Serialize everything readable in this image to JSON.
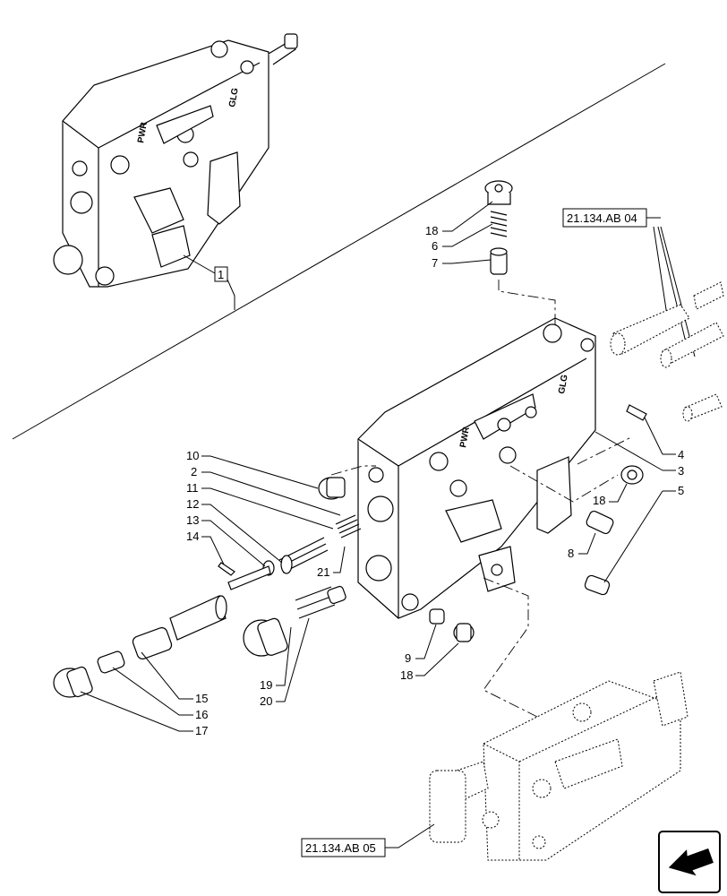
{
  "callouts": {
    "c1": "1",
    "c2": "2",
    "c3": "3",
    "c4": "4",
    "c5": "5",
    "c6": "6",
    "c7": "7",
    "c8": "8",
    "c9": "9",
    "c10": "10",
    "c11": "11",
    "c12": "12",
    "c13": "13",
    "c14": "14",
    "c15": "15",
    "c16": "16",
    "c17": "17",
    "c18a": "18",
    "c18b": "18",
    "c18c": "18",
    "c19": "19",
    "c20": "20",
    "c21": "21"
  },
  "references": {
    "ref_top": "21.134.AB 04",
    "ref_bottom": "21.134.AB 05"
  },
  "engravings": {
    "mark1": "PWR",
    "mark2": "GLG"
  },
  "icons": {
    "nav": "arrow-icon"
  }
}
